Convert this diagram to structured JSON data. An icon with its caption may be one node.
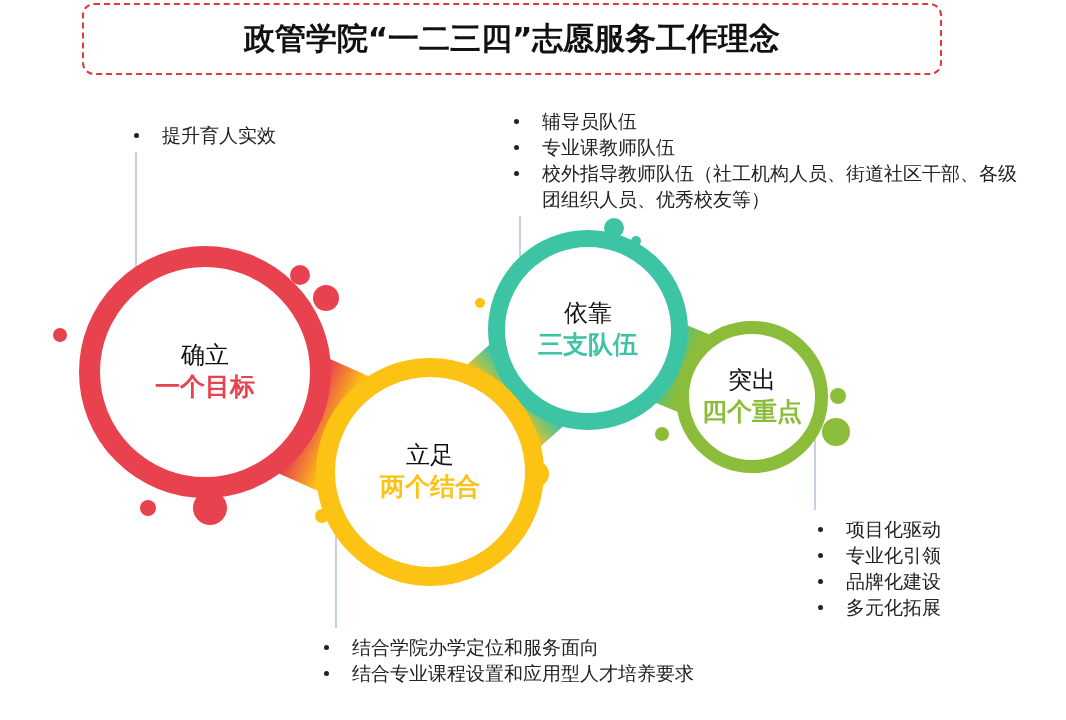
{
  "diagram": {
    "title": "政管学院“一二三四”志愿服务工作理念",
    "nodes": [
      {
        "text": [
          "提升育人实效"
        ]
      },
      {
        "text": [
          "辅导员队伍",
          "专业课教师队伍",
          "校外指导教师队伍（社工机构人员、街道社区干部、各级团组织人员、优秀校友等）"
        ]
      },
      {
        "text": [
          "确立",
          "一个目标"
        ]
      },
      {
        "text": [
          "依靠",
          "三支队伍"
        ]
      },
      {
        "text": [
          "突出",
          "四个重点"
        ]
      },
      {
        "text": [
          "立足",
          "两个结合"
        ]
      },
      {
        "text": [
          "项目化驱动",
          "专业化引领",
          "品牌化建设",
          "多元化拓展"
        ]
      },
      {
        "text": [
          "结合学院办学定位和服务面向",
          "结合专业课程设置和应用型人才培养要求"
        ]
      }
    ],
    "edges": [
      {
        "from": 0,
        "to": 2,
        "arrow": "none"
      },
      {
        "from": 1,
        "to": 3,
        "arrow": "none"
      },
      {
        "from": 6,
        "to": 4,
        "arrow": "none"
      },
      {
        "from": 7,
        "to": 5,
        "arrow": "none"
      }
    ]
  }
}
